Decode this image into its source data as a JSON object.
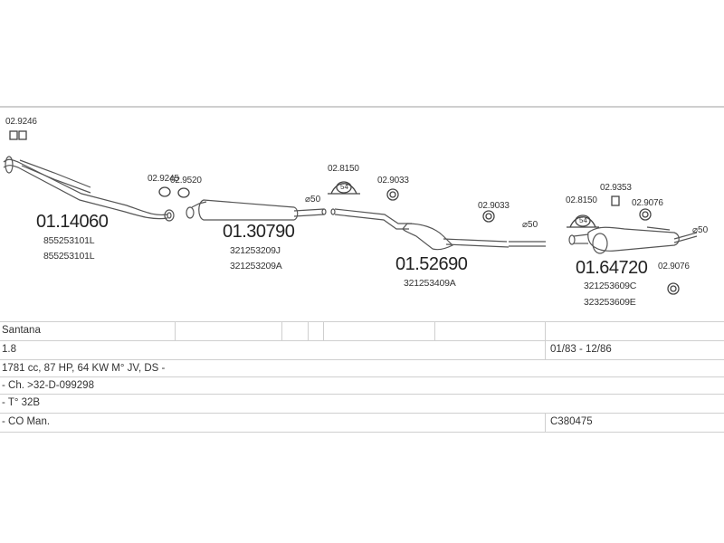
{
  "diagram": {
    "parts": [
      {
        "code": "01.14060",
        "refs": [
          "855253101L",
          "855253101L"
        ]
      },
      {
        "code": "01.30790",
        "refs": [
          "321253209J",
          "321253209A"
        ]
      },
      {
        "code": "01.52690",
        "refs": [
          "321253409A"
        ]
      },
      {
        "code": "01.64720",
        "refs": [
          "321253609C",
          "323253609E"
        ]
      }
    ],
    "fittings": [
      "02.9246",
      "02.9245",
      "02.9520",
      "02.8150",
      "02.9033",
      "02.9033",
      "02.8150",
      "02.9353",
      "02.9076",
      "02.9076"
    ],
    "diameters": [
      "⌀50",
      "⌀50",
      "⌀50"
    ],
    "hanger_size": "54"
  },
  "vehicle": {
    "model": "Santana",
    "engine": "1.8",
    "years": "01/83 - 12/86",
    "spec": "1781 cc, 87 HP, 64 KW M° JV, DS -",
    "chassis": "- Ch. >32-D-099298",
    "type": "- T° 32B",
    "emission": "- CO Man.",
    "catalog_code": "C380475"
  }
}
